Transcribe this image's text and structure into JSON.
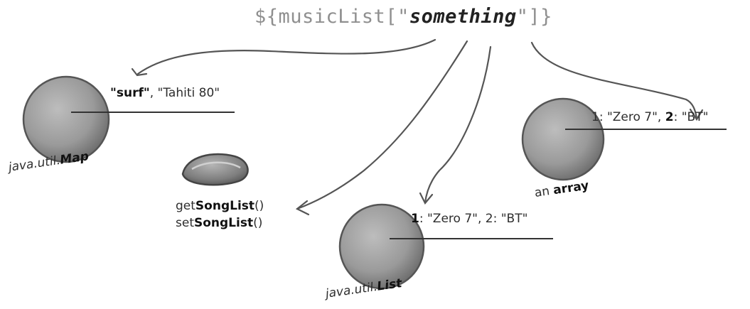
{
  "expression": {
    "prefix": "${musicList[\"",
    "key": "something",
    "suffix": "\"]}"
  },
  "targets": {
    "map": {
      "label_prefix": "java.util.",
      "label_strong": "Map",
      "entry_key": "\"surf\"",
      "entry_rest": ", \"Tahiti 80\""
    },
    "bean": {
      "getter_prefix": "get",
      "getter_strong": "SongList",
      "getter_suffix": "()",
      "setter_prefix": "set",
      "setter_strong": "SongList",
      "setter_suffix": "()"
    },
    "list": {
      "label_prefix": "java.util.",
      "label_strong": "List",
      "index1": "1",
      "entry_rest": ": \"Zero 7\", 2: \"BT\""
    },
    "array": {
      "label_prefix": "an ",
      "label_strong": "array",
      "entry_start": "1: \"Zero 7\", ",
      "index2": "2",
      "entry_end": ": \"BT\""
    }
  }
}
